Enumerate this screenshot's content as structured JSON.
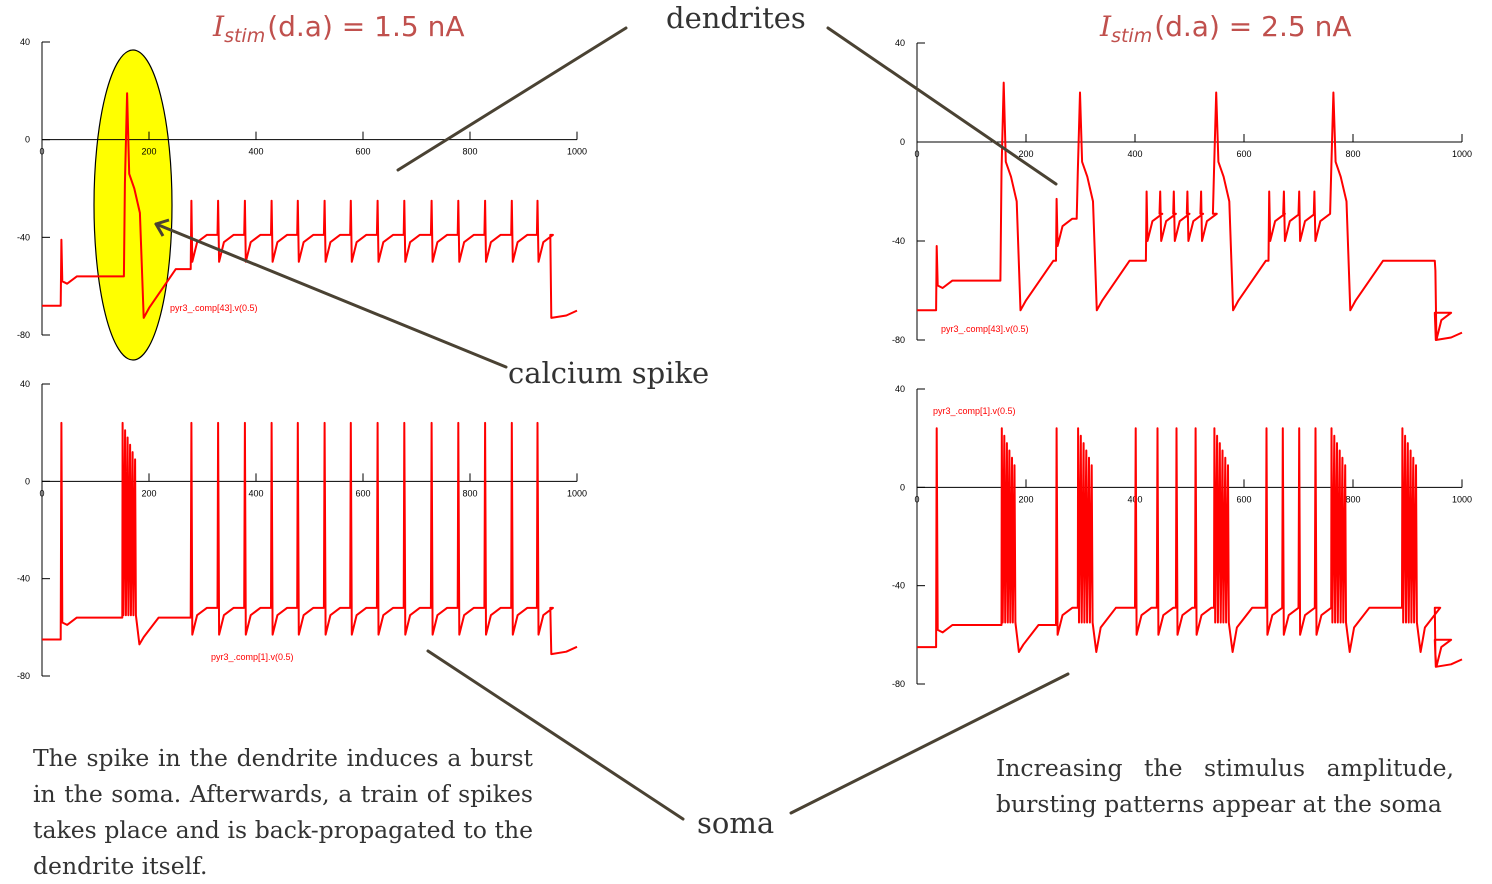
{
  "titles": {
    "left": {
      "symbol": "I",
      "subscript": "stim",
      "rest": "(d.a) = 1.5 nA"
    },
    "right": {
      "symbol": "I",
      "subscript": "stim",
      "rest": "(d.a)  = 2.5 nA"
    }
  },
  "annotations": {
    "dendrites": "dendrites",
    "calcium_spike": "calcium spike",
    "soma": "soma"
  },
  "captions": {
    "left": "The spike in the dendrite induces a burst in the soma. Afterwards, a train of spikes takes place and is back-propagated to the dendrite itself.",
    "right": "Increasing the stimulus amplitude, bursting patterns appear at the soma"
  },
  "colors": {
    "trace": "#ff0000",
    "highlight": "#ffff00",
    "title": "#c0504d",
    "annotation": "#333333",
    "pointer_line": "#4a4233"
  },
  "chart_data": [
    {
      "type": "line",
      "panel": "left-dendrite",
      "series_label": "pyr3_.comp[43].v(0.5)",
      "xlim": [
        0,
        1000
      ],
      "ylim": [
        -80,
        40
      ],
      "x_ticks": [
        0,
        200,
        400,
        600,
        800,
        1000
      ],
      "y_ticks": [
        -80,
        -40,
        0,
        40
      ],
      "trace": {
        "v0": -68,
        "start": 5,
        "end": 950,
        "rest": -73,
        "bursts": [],
        "ca_spikes": [
          {
            "t": 155,
            "plateau": -18,
            "peak": 19,
            "dur": 35,
            "amp": -73
          }
        ],
        "spikes": [
          {
            "t": 35,
            "p": -41,
            "a": -58,
            "s": -56
          },
          {
            "t": 278,
            "p": -25,
            "a": -50
          },
          {
            "t": 328,
            "p": -25,
            "a": -50
          },
          {
            "t": 378,
            "p": -25,
            "a": -50
          },
          {
            "t": 428,
            "p": -25,
            "a": -50
          },
          {
            "t": 477,
            "p": -25,
            "a": -50
          },
          {
            "t": 527,
            "p": -25,
            "a": -50
          },
          {
            "t": 576,
            "p": -25,
            "a": -50
          },
          {
            "t": 626,
            "p": -25,
            "a": -50
          },
          {
            "t": 676,
            "p": -25,
            "a": -50
          },
          {
            "t": 727,
            "p": -25,
            "a": -50
          },
          {
            "t": 777,
            "p": -25,
            "a": -50
          },
          {
            "t": 827,
            "p": -25,
            "a": -50
          },
          {
            "t": 877,
            "p": -25,
            "a": -50
          },
          {
            "t": 925,
            "p": -25,
            "a": -50
          }
        ]
      }
    },
    {
      "type": "line",
      "panel": "left-soma",
      "series_label": "pyr3_.comp[1].v(0.5)",
      "xlim": [
        0,
        1000
      ],
      "ylim": [
        -80,
        40
      ],
      "x_ticks": [
        0,
        200,
        400,
        600,
        800,
        1000
      ],
      "y_ticks": [
        -80,
        -40,
        0,
        40
      ],
      "trace": {
        "v0": -65,
        "start": 5,
        "end": 950,
        "rest": -71,
        "ca_spikes": [],
        "bursts": [
          {
            "t": 150,
            "n": 6,
            "dur": 28,
            "peak": 24,
            "trough": -55
          }
        ],
        "spikes": [
          {
            "t": 35,
            "p": 24,
            "a": -58,
            "s": -56
          },
          {
            "t": 278,
            "p": 24,
            "a": -63
          },
          {
            "t": 328,
            "p": 24,
            "a": -63
          },
          {
            "t": 378,
            "p": 24,
            "a": -63
          },
          {
            "t": 428,
            "p": 24,
            "a": -63
          },
          {
            "t": 477,
            "p": 24,
            "a": -63
          },
          {
            "t": 527,
            "p": 24,
            "a": -63
          },
          {
            "t": 576,
            "p": 24,
            "a": -63
          },
          {
            "t": 626,
            "p": 24,
            "a": -63
          },
          {
            "t": 676,
            "p": 24,
            "a": -63
          },
          {
            "t": 727,
            "p": 24,
            "a": -63
          },
          {
            "t": 777,
            "p": 24,
            "a": -63
          },
          {
            "t": 827,
            "p": 24,
            "a": -63
          },
          {
            "t": 877,
            "p": 24,
            "a": -63
          },
          {
            "t": 925,
            "p": 24,
            "a": -63
          }
        ]
      }
    },
    {
      "type": "line",
      "panel": "right-dendrite",
      "series_label": "pyr3_.comp[43].v(0.5)",
      "xlim": [
        0,
        1000
      ],
      "ylim": [
        -80,
        40
      ],
      "x_ticks": [
        0,
        200,
        400,
        600,
        800,
        1000
      ],
      "y_ticks": [
        -80,
        -40,
        0,
        40
      ],
      "trace": {
        "v0": -68,
        "start": 5,
        "end": 950,
        "rest": -80,
        "bursts": [],
        "ca_spikes": [
          {
            "t": 155,
            "plateau": -12,
            "peak": 24,
            "dur": 35,
            "amp": -68
          },
          {
            "t": 295,
            "plateau": -12,
            "peak": 20,
            "dur": 35,
            "amp": -68
          },
          {
            "t": 545,
            "plateau": -12,
            "peak": 20,
            "dur": 35,
            "amp": -68
          },
          {
            "t": 760,
            "plateau": -12,
            "peak": 20,
            "dur": 35,
            "amp": -68
          }
        ],
        "spikes": [
          {
            "t": 35,
            "p": -42,
            "a": -58,
            "s": -56
          },
          {
            "t": 255,
            "p": -23,
            "a": -42
          },
          {
            "t": 420,
            "p": -20,
            "a": -40
          },
          {
            "t": 445,
            "p": -20,
            "a": -40
          },
          {
            "t": 470,
            "p": -20,
            "a": -40
          },
          {
            "t": 495,
            "p": -20,
            "a": -40
          },
          {
            "t": 520,
            "p": -20,
            "a": -40
          },
          {
            "t": 645,
            "p": -20,
            "a": -40
          },
          {
            "t": 672,
            "p": -20,
            "a": -40
          },
          {
            "t": 700,
            "p": -20,
            "a": -40
          },
          {
            "t": 728,
            "p": -20,
            "a": -40
          },
          {
            "t": 950,
            "p": -52,
            "a": -80
          }
        ]
      }
    },
    {
      "type": "line",
      "panel": "right-soma",
      "series_label": "pyr3_.comp[1].v(0.5)",
      "xlim": [
        0,
        1000
      ],
      "ylim": [
        -80,
        40
      ],
      "x_ticks": [
        0,
        200,
        400,
        600,
        800,
        1000
      ],
      "y_ticks": [
        -80,
        -40,
        0,
        40
      ],
      "trace": {
        "v0": -65,
        "start": 5,
        "end": 950,
        "rest": -73,
        "ca_spikes": [],
        "bursts": [
          {
            "t": 155,
            "n": 6,
            "dur": 28,
            "peak": 24,
            "trough": -55
          },
          {
            "t": 295,
            "n": 6,
            "dur": 30,
            "peak": 24,
            "trough": -55
          },
          {
            "t": 545,
            "n": 6,
            "dur": 30,
            "peak": 24,
            "trough": -55
          },
          {
            "t": 760,
            "n": 6,
            "dur": 30,
            "peak": 24,
            "trough": -55
          },
          {
            "t": 890,
            "n": 6,
            "dur": 30,
            "peak": 24,
            "trough": -55
          }
        ],
        "spikes": [
          {
            "t": 35,
            "p": 24,
            "a": -58,
            "s": -56
          },
          {
            "t": 255,
            "p": 24,
            "a": -60
          },
          {
            "t": 400,
            "p": 24,
            "a": -60
          },
          {
            "t": 440,
            "p": 24,
            "a": -60
          },
          {
            "t": 475,
            "p": 24,
            "a": -60
          },
          {
            "t": 510,
            "p": 24,
            "a": -60
          },
          {
            "t": 640,
            "p": 24,
            "a": -60
          },
          {
            "t": 670,
            "p": 24,
            "a": -60
          },
          {
            "t": 700,
            "p": 24,
            "a": -60
          },
          {
            "t": 730,
            "p": 24,
            "a": -60
          },
          {
            "t": 950,
            "p": -68,
            "a": -73
          }
        ]
      }
    }
  ]
}
